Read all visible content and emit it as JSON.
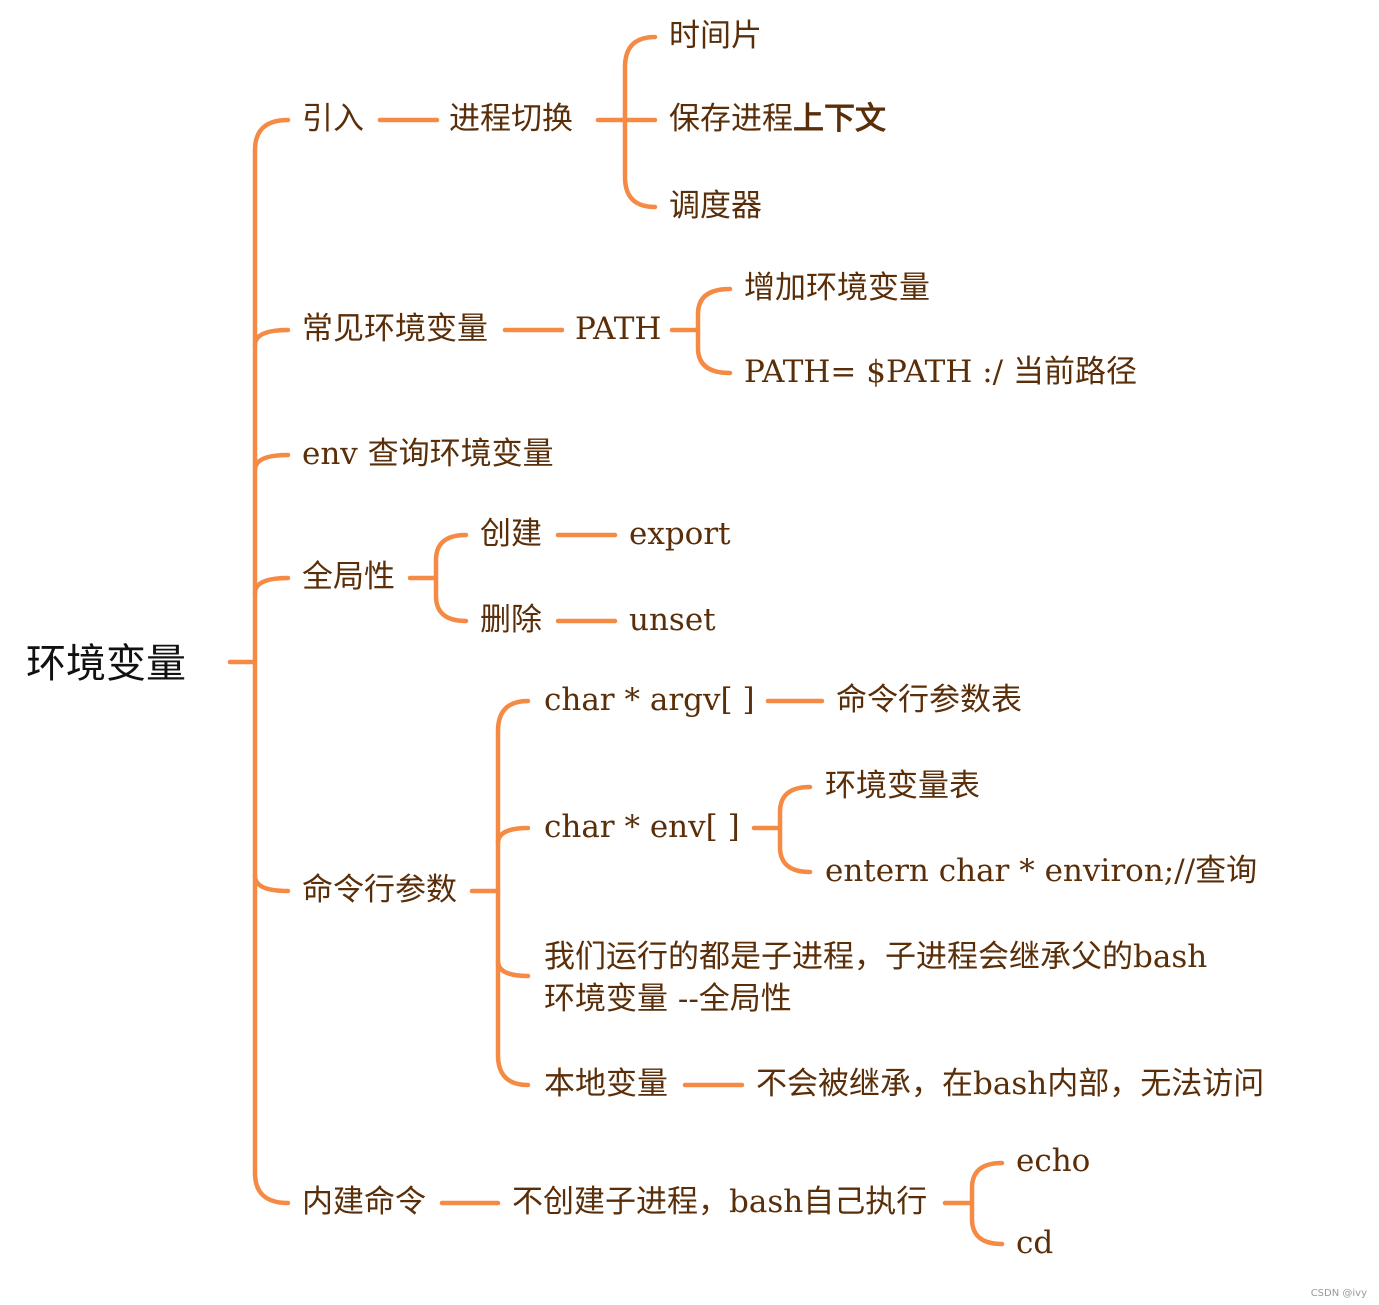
{
  "colors": {
    "line": "#f58a45",
    "text": "#5a2e08",
    "root_text": "#111111"
  },
  "root": "环境变量",
  "intro": {
    "label": "引入",
    "child": "进程切换",
    "items": [
      "时间片",
      "保存进程",
      "上下文",
      "调度器"
    ]
  },
  "common": {
    "label": "常见环境变量",
    "child": "PATH",
    "items": [
      "增加环境变量",
      "PATH= $PATH :/ 当前路径"
    ]
  },
  "env_query": {
    "label": "env 查询环境变量"
  },
  "global": {
    "label": "全局性",
    "create": "创建",
    "create_cmd": "export",
    "remove": "删除",
    "remove_cmd": "unset"
  },
  "cmdline": {
    "label": "命令行参数",
    "argv": "char *  argv[ ]",
    "argv_desc": "命令行参数表",
    "env": "char *  env[ ]",
    "env_items": [
      "环境变量表",
      "entern char *   environ;//查询"
    ],
    "inherit_line1": "我们运行的都是子进程，子进程会继承父的bash",
    "inherit_line2": "环境变量  --全局性",
    "local": "本地变量",
    "local_desc": "不会被继承，在bash内部，无法访问"
  },
  "builtin": {
    "label": "内建命令",
    "desc": "不创建子进程，bash自己执行",
    "items": [
      "echo",
      "cd"
    ]
  },
  "watermark": "CSDN @ivy"
}
